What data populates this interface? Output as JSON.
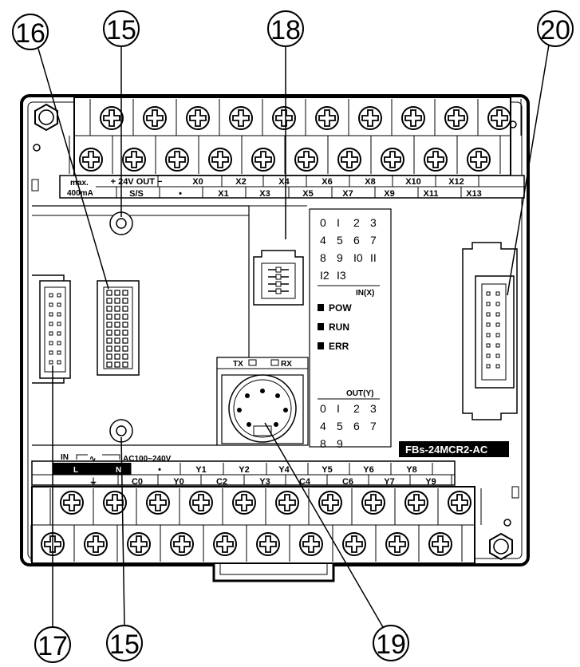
{
  "callouts": {
    "c16": "16",
    "c15_top": "15",
    "c18": "18",
    "c20": "20",
    "c17": "17",
    "c15_bottom": "15",
    "c19": "19"
  },
  "top_terminals": {
    "max_label": "max.",
    "ma_label": "400mA",
    "row1": [
      "+ 24V OUT −",
      "X0",
      "X2",
      "X4",
      "X6",
      "X8",
      "X10",
      "X12"
    ],
    "row2": [
      "S/S",
      "•",
      "X1",
      "X3",
      "X5",
      "X7",
      "X9",
      "X11",
      "X13"
    ]
  },
  "bottom_terminals": {
    "in_label": "IN",
    "ac_label": "AC100~240V",
    "ac_symbol": "∿",
    "l_label": "L",
    "n_label": "N",
    "ground_symbol": "⏚",
    "row1": [
      "•",
      "Y1",
      "Y2",
      "Y4",
      "Y5",
      "Y6",
      "Y8"
    ],
    "row2": [
      "C0",
      "Y0",
      "C2",
      "Y3",
      "C4",
      "C6",
      "Y7",
      "Y9"
    ]
  },
  "status_panel": {
    "input_digits": [
      [
        "0",
        "I",
        "2",
        "3"
      ],
      [
        "4",
        "5",
        "6",
        "7"
      ],
      [
        "8",
        "9",
        "I0",
        "II"
      ],
      [
        "I2",
        "I3"
      ]
    ],
    "in_label": "IN(X)",
    "leds": [
      "POW",
      "RUN",
      "ERR"
    ],
    "out_label": "OUT(Y)",
    "output_digits": [
      [
        "0",
        "I",
        "2",
        "3"
      ],
      [
        "4",
        "5",
        "6",
        "7"
      ],
      [
        "8",
        "9"
      ]
    ]
  },
  "port": {
    "tx_label": "TX",
    "rx_label": "RX"
  },
  "model": "FBs-24MCR2-AC"
}
